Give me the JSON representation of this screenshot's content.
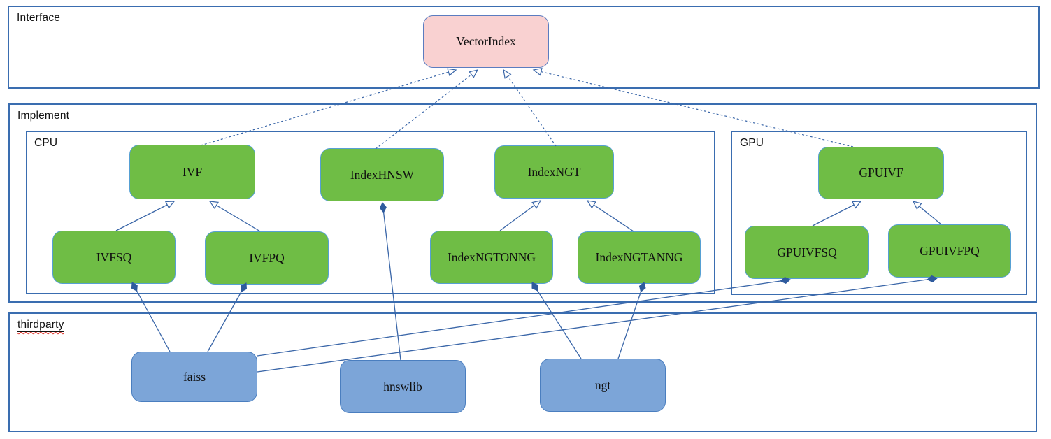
{
  "diagram": {
    "containers": {
      "interface": {
        "label": "Interface"
      },
      "implement": {
        "label": "Implement"
      },
      "cpu": {
        "label": "CPU"
      },
      "gpu": {
        "label": "GPU"
      },
      "thirdparty": {
        "label": "thirdparty"
      }
    },
    "nodes": {
      "vectorindex": {
        "label": "VectorIndex",
        "kind": "interface"
      },
      "ivf": {
        "label": "IVF",
        "kind": "cpu-class"
      },
      "indexhnsw": {
        "label": "IndexHNSW",
        "kind": "cpu-class"
      },
      "indexngt": {
        "label": "IndexNGT",
        "kind": "cpu-class"
      },
      "ivfsq": {
        "label": "IVFSQ",
        "kind": "cpu-class"
      },
      "ivfpq": {
        "label": "IVFPQ",
        "kind": "cpu-class"
      },
      "indexngtonng": {
        "label": "IndexNGTONNG",
        "kind": "cpu-class"
      },
      "indexngtanng": {
        "label": "IndexNGTANNG",
        "kind": "cpu-class"
      },
      "gpuivf": {
        "label": "GPUIVF",
        "kind": "gpu-class"
      },
      "gpuivfsq": {
        "label": "GPUIVFSQ",
        "kind": "gpu-class"
      },
      "gpuivfpq": {
        "label": "GPUIVFPQ",
        "kind": "gpu-class"
      },
      "faiss": {
        "label": "faiss",
        "kind": "thirdparty-lib"
      },
      "hnswlib": {
        "label": "hnswlib",
        "kind": "thirdparty-lib"
      },
      "ngt": {
        "label": "ngt",
        "kind": "thirdparty-lib"
      }
    },
    "edges": [
      {
        "from": "ivf",
        "to": "vectorindex",
        "type": "realizes"
      },
      {
        "from": "indexhnsw",
        "to": "vectorindex",
        "type": "realizes"
      },
      {
        "from": "indexngt",
        "to": "vectorindex",
        "type": "realizes"
      },
      {
        "from": "gpuivf",
        "to": "vectorindex",
        "type": "realizes"
      },
      {
        "from": "ivfsq",
        "to": "ivf",
        "type": "extends"
      },
      {
        "from": "ivfpq",
        "to": "ivf",
        "type": "extends"
      },
      {
        "from": "indexngtonng",
        "to": "indexngt",
        "type": "extends"
      },
      {
        "from": "indexngtanng",
        "to": "indexngt",
        "type": "extends"
      },
      {
        "from": "gpuivfsq",
        "to": "gpuivf",
        "type": "extends"
      },
      {
        "from": "gpuivfpq",
        "to": "gpuivf",
        "type": "extends"
      },
      {
        "from": "faiss",
        "to": "ivfsq",
        "type": "composes"
      },
      {
        "from": "faiss",
        "to": "ivfpq",
        "type": "composes"
      },
      {
        "from": "faiss",
        "to": "gpuivfsq",
        "type": "composes"
      },
      {
        "from": "faiss",
        "to": "gpuivfpq",
        "type": "composes"
      },
      {
        "from": "hnswlib",
        "to": "indexhnsw",
        "type": "composes"
      },
      {
        "from": "ngt",
        "to": "indexngtonng",
        "type": "composes"
      },
      {
        "from": "ngt",
        "to": "indexngtanng",
        "type": "composes"
      }
    ],
    "colors": {
      "interface_node_fill": "#f9d1d1",
      "interface_node_border": "#5b7cc0",
      "class_node_fill": "#6fbd45",
      "class_node_border": "#56a0d3",
      "thirdparty_node_fill": "#7ca5d8",
      "thirdparty_node_border": "#4a7ebf",
      "container_border": "#3a6db0",
      "connector": "#3a66a8",
      "diamond_fill": "#2f5b9e",
      "spellcheck_squiggle": "#e03026"
    }
  }
}
